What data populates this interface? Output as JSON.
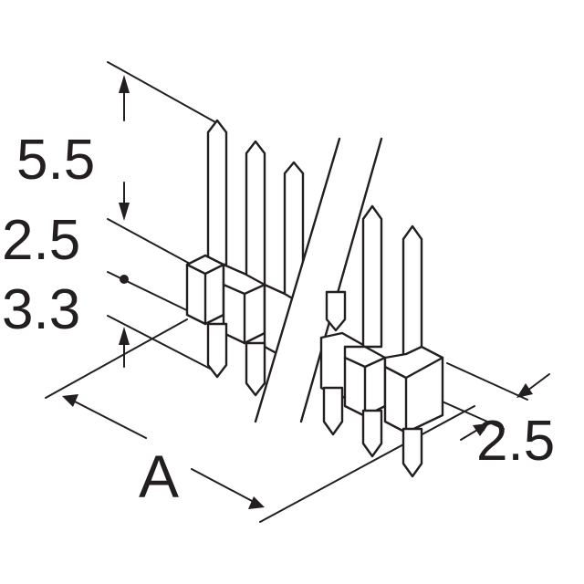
{
  "diagram": {
    "dimensions": {
      "pin_top_length": "5.5",
      "insulator_height": "2.5",
      "pin_bottom_length": "3.3",
      "pitch": "2.5",
      "overall_length": "A"
    },
    "colors": {
      "line": "#231f20",
      "background": "#ffffff",
      "break_band": "#ffffff"
    }
  }
}
